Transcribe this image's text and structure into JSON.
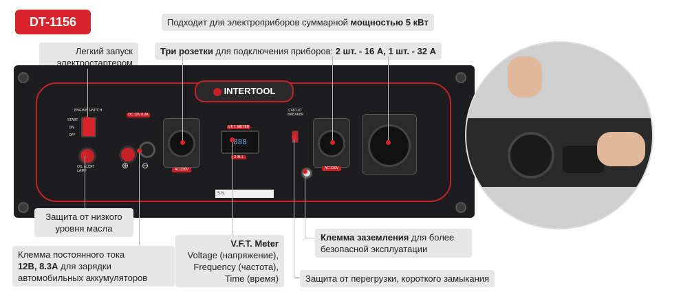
{
  "badge": "DT-1156",
  "top_callout": {
    "prefix": "Подходит для электроприборов суммарной ",
    "bold": "мощностью 5 кВт"
  },
  "sockets_callout": {
    "bold1": "Три розетки",
    "mid": " для подключения приборов: ",
    "bold2": "2 шт. - 16 А, 1 шт. - 32 А"
  },
  "starter_callout": {
    "line1": "Легкий запуск",
    "line2": "электростартером"
  },
  "oil_callout": {
    "line1": "Защита от низкого",
    "line2": "уровня масла"
  },
  "dc_callout": {
    "line1": "Клемма постоянного тока",
    "bold": "12В, 8.3А",
    "line2_rest": " для зарядки",
    "line3": "автомобильных аккумуляторов"
  },
  "meter_callout": {
    "title": "V.F.T. Meter",
    "line1": "Voltage (напряжение),",
    "line2": "Frequency (частота),",
    "line3": "Time (время)"
  },
  "ground_callout": {
    "bold": "Клемма заземления",
    "rest": " для более",
    "line2": "безопасной эксплуатации"
  },
  "breaker_callout": "Защита от перегрузки, короткого замыкания",
  "panel": {
    "logo": "INTERTOOL",
    "engine_switch": "ENGINE SWITCH",
    "start": "START",
    "on": "ON",
    "off": "OFF",
    "oil_alert": "OIL ALERT LAMP",
    "dc_label": "DC 12V 8.3A",
    "ac_label": "AC 230V",
    "vft": "V.F.T. METER",
    "meter_display": "888",
    "three_in_one": "3 IN 1",
    "circuit_breaker": "CIRCUIT BREAKER",
    "sn": "S.N."
  }
}
